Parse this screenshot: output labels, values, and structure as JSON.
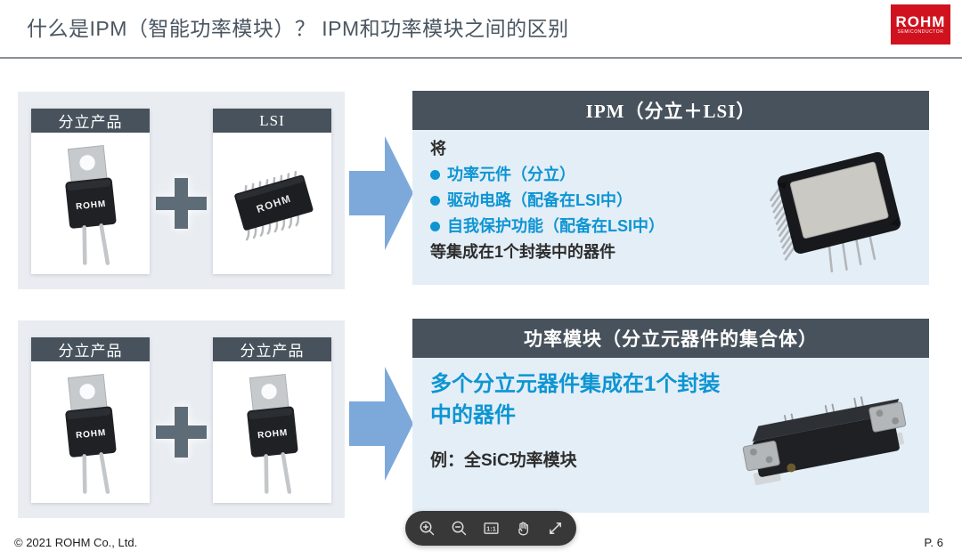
{
  "colors": {
    "logo_red": "#d0121f",
    "slate": "#47525c",
    "panel_gray": "#e9edf2",
    "panel_blue": "#e4eef7",
    "accent_blue": "#0d95d3",
    "arrow_blue": "#7da8da",
    "dark_text": "#2d2d2d",
    "title_text": "#4a5661",
    "toolbar_bg": "#383838"
  },
  "header": {
    "title": "什么是IPM（智能功率模块）？ IPM和功率模块之间的区别",
    "logo_line1": "ROHM",
    "logo_line2": "SEMICONDUCTOR"
  },
  "device_brand": "ROHM",
  "rows": [
    {
      "cards": [
        {
          "label": "分立产品",
          "image": "to220-transistor"
        },
        {
          "label": "LSI",
          "image": "sop-ic-chip"
        }
      ],
      "result": {
        "header": "IPM（分立＋LSI）",
        "lines": [
          {
            "text": "将"
          },
          {
            "text": "功率元件（分立）"
          },
          {
            "text": "驱动电路（配备在LSI中）"
          },
          {
            "text": "自我保护功能（配备在LSI中）"
          },
          {
            "text": "等集成在1个封装中的器件"
          }
        ],
        "image": "ipm-module"
      }
    },
    {
      "cards": [
        {
          "label": "分立产品",
          "image": "to220-transistor"
        },
        {
          "label": "分立产品",
          "image": "to220-transistor"
        }
      ],
      "result": {
        "header": "功率模块（分立元器件的集合体）",
        "emphasis_line1": "多个分立元器件集成在1个封装",
        "emphasis_line2": "中的器件",
        "example": "例：全SiC功率模块",
        "image": "sic-power-module"
      }
    }
  ],
  "toolbar": {
    "actual_size_label": "1:1",
    "buttons": [
      "zoom-in",
      "zoom-out",
      "actual-size",
      "pan",
      "fullscreen"
    ]
  },
  "footer": {
    "copyright": "© 2021 ROHM Co., Ltd.",
    "page": "P. 6"
  }
}
